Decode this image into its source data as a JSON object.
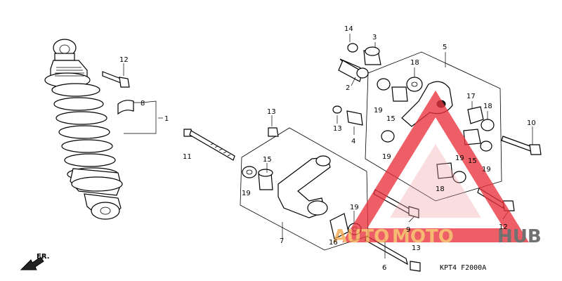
{
  "diagram": {
    "code": "KPT4 F2000A",
    "direction_label": "FR.",
    "callouts": [
      "1",
      "2",
      "3",
      "4",
      "5",
      "6",
      "7",
      "8",
      "9",
      "10",
      "11",
      "12",
      "13",
      "14",
      "15",
      "16",
      "17",
      "18",
      "19"
    ]
  },
  "watermark": {
    "text_part_a": "AUTO",
    "text_part_b": "MOTO",
    "text_part_c": "HUB",
    "accent_color": "#f3a64a",
    "dark_color": "#4a4a4a",
    "triangle_color": "#e8323c"
  }
}
